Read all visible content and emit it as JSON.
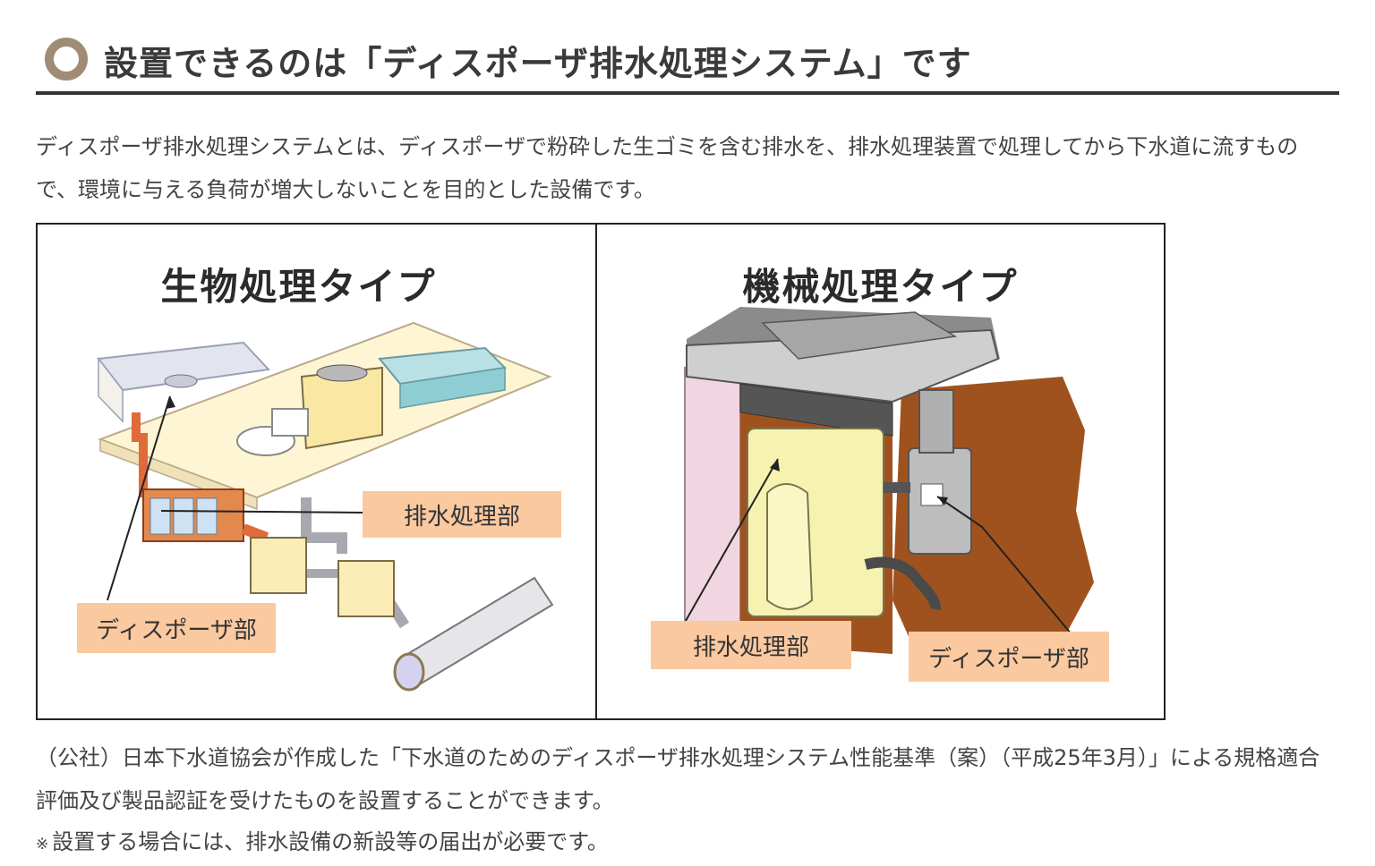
{
  "heading": {
    "title": "設置できるのは「ディスポーザ排水処理システム」です",
    "ring_color": "#a08c74"
  },
  "intro": "ディスポーザ排水処理システムとは、ディスポーザで粉砕した生ゴミを含む排水を、排水処理装置で処理してから下水道に流すもので、環境に与える負荷が増大しないことを目的とした設備です。",
  "figure": {
    "left_panel": {
      "title": "生物処理タイプ",
      "callout_treatment": "排水処理部",
      "callout_disposer": "ディスポーザ部"
    },
    "right_panel": {
      "title": "機械処理タイプ",
      "callout_treatment": "排水処理部",
      "callout_disposer": "ディスポーザ部"
    },
    "callout_color": "#fac9a0"
  },
  "note": "（公社）日本下水道協会が作成した「下水道のためのディスポーザ排水処理システム性能基準（案）（平成25年3月）」による規格適合評価及び製品認証を受けたものを設置することができます。",
  "remark": {
    "mark": "※",
    "text": "設置する場合には、排水設備の新設等の届出が必要です。"
  }
}
